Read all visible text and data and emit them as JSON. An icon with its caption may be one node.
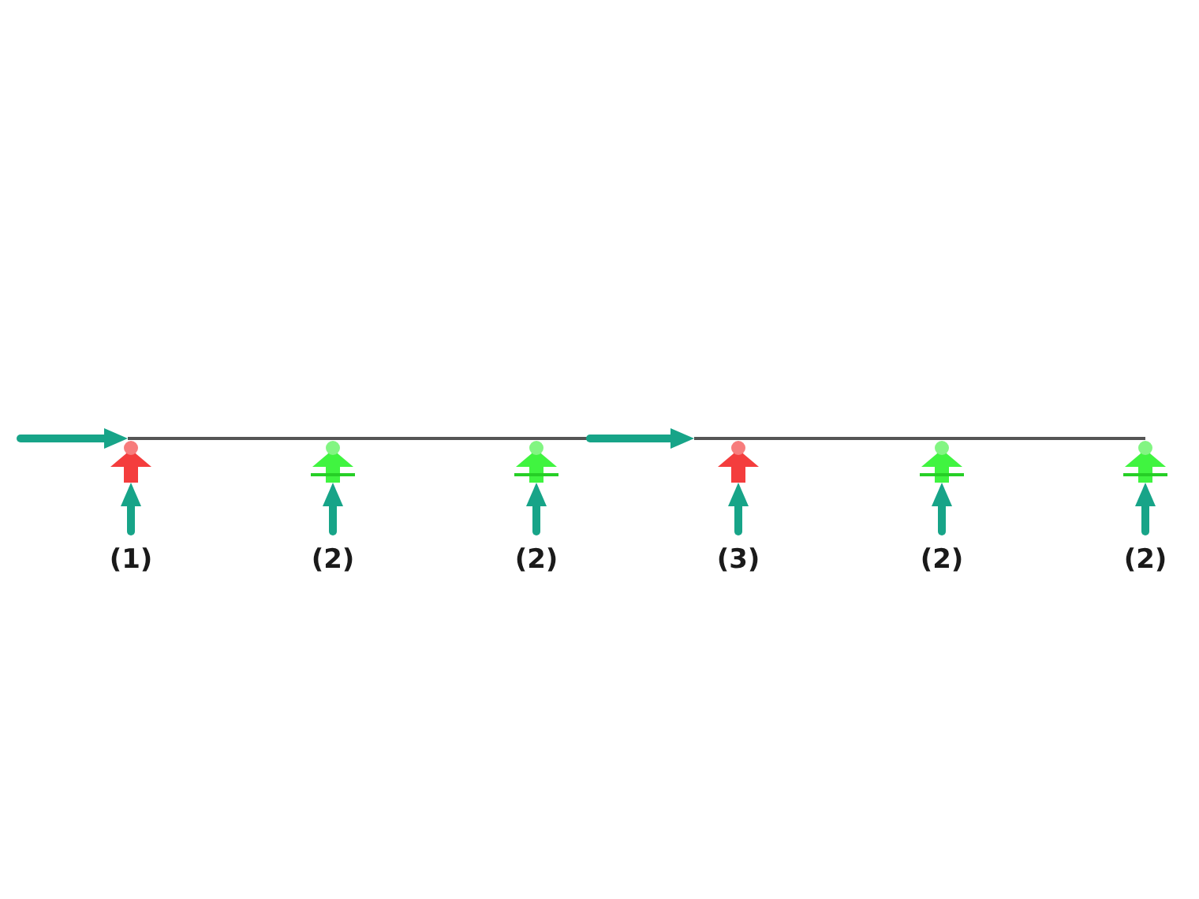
{
  "diagram": {
    "nodes": [
      {
        "text": [],
        "shape": "bar"
      },
      {
        "text": [],
        "shape": "picture",
        "beside": [
          "(1)"
        ]
      },
      {
        "text": [],
        "shape": "picture",
        "beside": [
          "(2)"
        ]
      },
      {
        "text": [],
        "shape": "picture",
        "beside": [
          "(2)"
        ]
      },
      {
        "text": [],
        "shape": "bar"
      },
      {
        "text": [],
        "shape": "picture",
        "beside": [
          "(3)"
        ]
      },
      {
        "text": [],
        "shape": "picture",
        "beside": [
          "(2)"
        ]
      },
      {
        "text": [],
        "shape": "picture",
        "beside": [
          "(2)"
        ]
      }
    ],
    "edges": [
      {
        "from": null,
        "to": 0,
        "arrow": "to"
      },
      {
        "from": null,
        "to": 1,
        "arrow": "to"
      },
      {
        "from": null,
        "to": 2,
        "arrow": "to"
      },
      {
        "from": null,
        "to": 3,
        "arrow": "to"
      },
      {
        "from": 0,
        "to": 4,
        "arrow": "to"
      },
      {
        "from": null,
        "to": 5,
        "arrow": "to"
      },
      {
        "from": null,
        "to": 6,
        "arrow": "to"
      },
      {
        "from": null,
        "to": 7,
        "arrow": "to"
      }
    ]
  }
}
